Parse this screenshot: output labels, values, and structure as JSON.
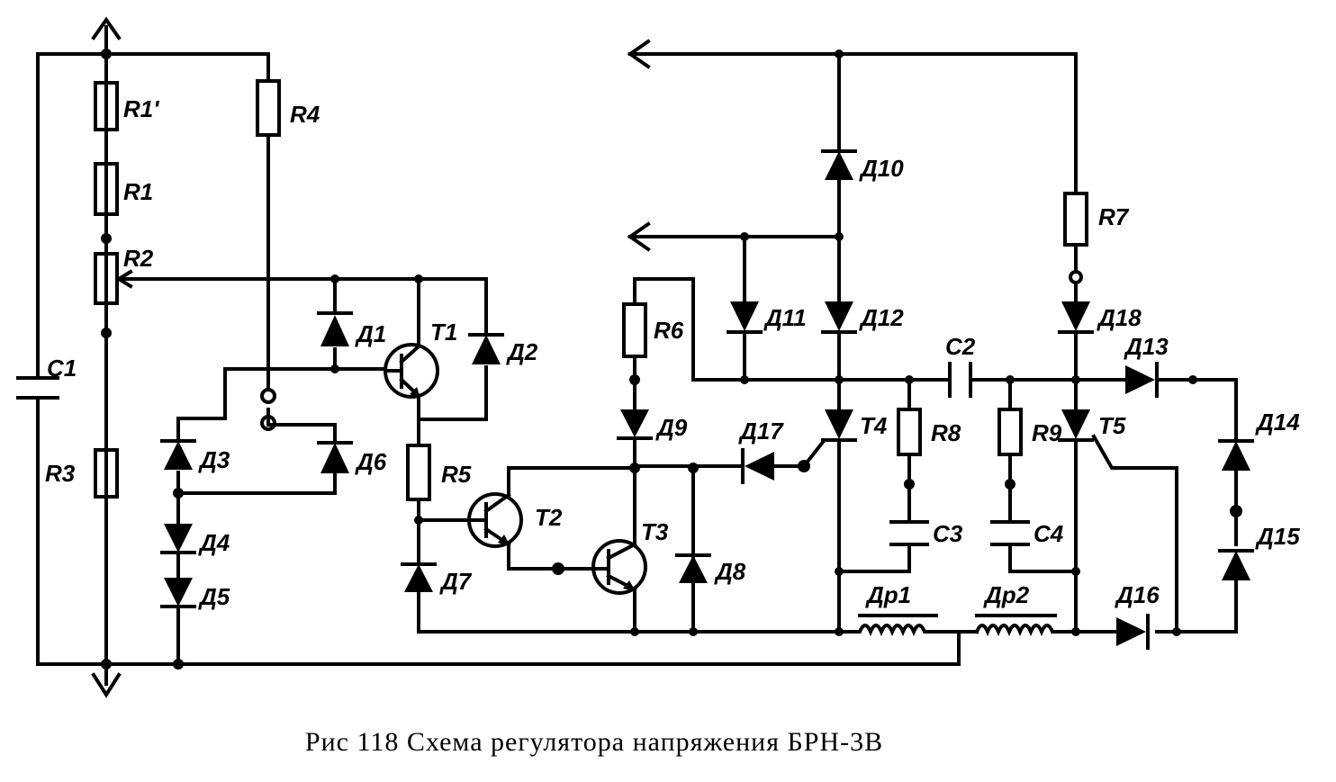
{
  "caption": "Рис 118 Схема регулятора напряжения БРН-3В",
  "labels": {
    "R1p": "R1'",
    "R1": "R1",
    "R2": "R2",
    "R3": "R3",
    "R4": "R4",
    "R5": "R5",
    "R6": "R6",
    "R7": "R7",
    "R8": "R8",
    "R9": "R9",
    "C1": "C1",
    "C2": "C2",
    "C3": "C3",
    "C4": "C4",
    "T1": "T1",
    "T2": "T2",
    "T3": "T3",
    "T4": "T4",
    "T5": "T5",
    "D1": "Д1",
    "D2": "Д2",
    "D3": "Д3",
    "D4": "Д4",
    "D5": "Д5",
    "D6": "Д6",
    "D7": "Д7",
    "D8": "Д8",
    "D9": "Д9",
    "D10": "Д10",
    "D11": "Д11",
    "D12": "Д12",
    "D13": "Д13",
    "D14": "Д14",
    "D15": "Д15",
    "D16": "Д16",
    "D17": "Д17",
    "D18": "Д18",
    "Dr1": "Др1",
    "Dr2": "Др2"
  }
}
